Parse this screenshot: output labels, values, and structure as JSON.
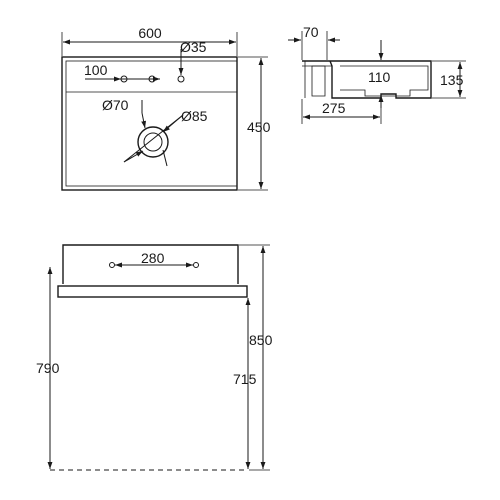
{
  "colors": {
    "line": "#1a1a1a",
    "background": "#ffffff"
  },
  "top_view": {
    "width": "600",
    "tap_hole_diameter": "Ø35",
    "hole_spacing": "100",
    "drain_diameter": "Ø70",
    "overflow_diameter": "Ø85",
    "depth": "450"
  },
  "side_view": {
    "rim_width": "70",
    "basin_depth": "110",
    "height": "135",
    "drain_offset": "275"
  },
  "front_view": {
    "bracket_spacing": "280",
    "floor_to_bracket": "790",
    "floor_to_top": "850",
    "floor_to_support": "715"
  }
}
